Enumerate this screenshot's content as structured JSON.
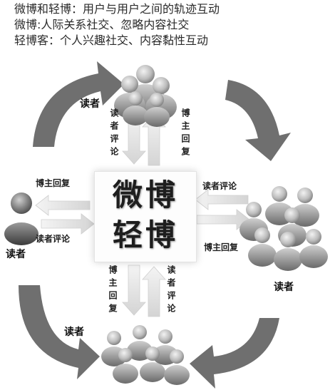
{
  "header": {
    "line1": "微博和轻博：用户与用户之间的轨迹互动",
    "line2": "微博:人际关系社交、忽略内容社交",
    "line3": "轻博客：个人兴趣社交、内容黏性互动"
  },
  "center": {
    "title_top": "微博",
    "title_bottom": "轻博"
  },
  "readers": {
    "top": "读者",
    "left": "读者",
    "right": "读者",
    "bottom": "读者"
  },
  "flows": {
    "top_comment": "读者评论",
    "top_reply": "博主回复",
    "left_reply": "博主回复",
    "left_comment": "读者评论",
    "right_comment": "读者评论",
    "right_reply": "博主回复",
    "bottom_reply": "博主回复",
    "bottom_comment": "读者评论"
  },
  "colors": {
    "arrow": "#6f6f6f",
    "person_head": "#b8b8b8",
    "person_body": "#8d8d8d",
    "flow_arrow": "#e2e2e2"
  },
  "icons": [
    "user-group-icon",
    "single-user-icon",
    "curved-arrow-icon",
    "flow-arrow-icon"
  ]
}
